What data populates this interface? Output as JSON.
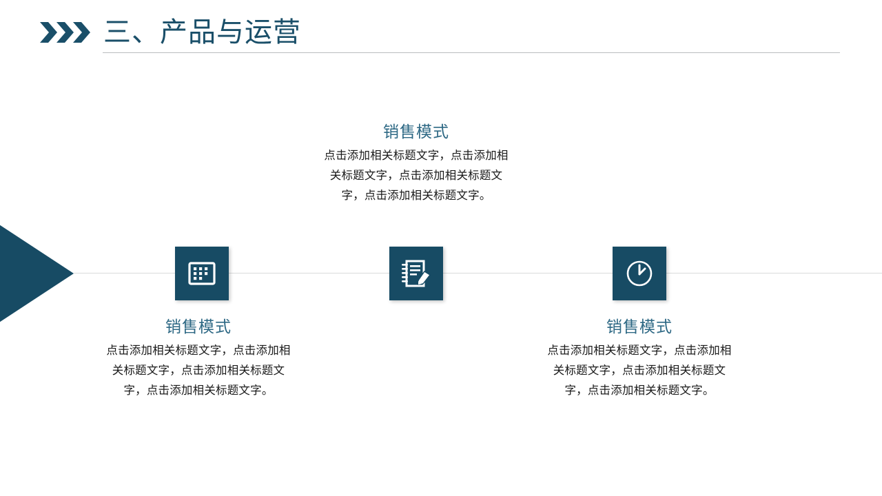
{
  "header": {
    "title": "三、产品与运营",
    "chevron_icon": "triple-chevron-right-icon",
    "accent_color": "#174b64",
    "rule_color": "#b9bcbe"
  },
  "timeline": {
    "line_color": "#d9dadb",
    "arrow_icon": "left-arrow-marker",
    "arrow_color": "#174b64"
  },
  "items": [
    {
      "position": "bottom-left",
      "icon": "calendar-icon",
      "title": "销售模式",
      "body": "点击添加相关标题文字，点击添加相关标题文字，点击添加相关标题文字，点击添加相关标题文字。"
    },
    {
      "position": "top-middle",
      "icon": "notebook-pencil-icon",
      "title": "销售模式",
      "body": "点击添加相关标题文字，点击添加相关标题文字，点击添加相关标题文字，点击添加相关标题文字。"
    },
    {
      "position": "bottom-right",
      "icon": "clock-icon",
      "title": "销售模式",
      "body": "点击添加相关标题文字，点击添加相关标题文字，点击添加相关标题文字，点击添加相关标题文字。"
    }
  ],
  "colors": {
    "tile_background": "#174b64",
    "title_text": "#2d6884",
    "heading_text": "#1a4f69",
    "body_text": "#1a1a1a",
    "page_background": "#ffffff"
  }
}
